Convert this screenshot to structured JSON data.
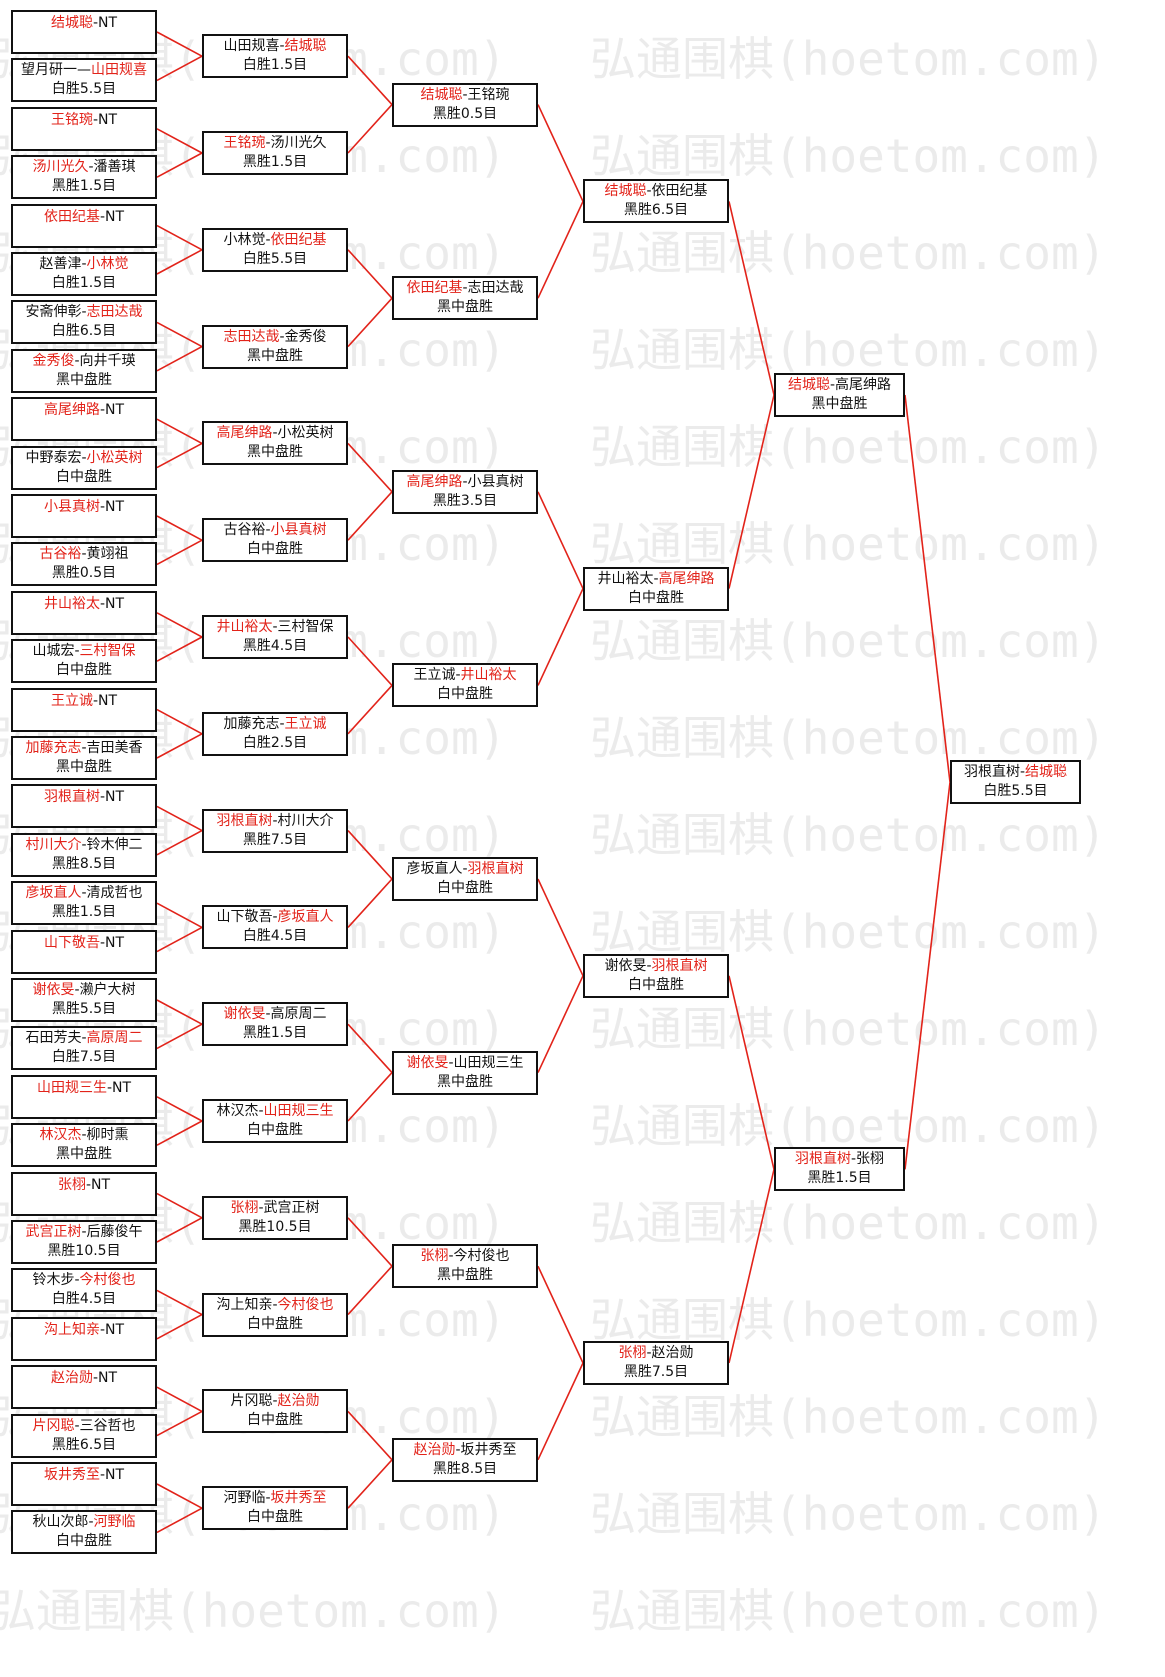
{
  "watermark": "弘通围棋(hoetom.com)",
  "colors": {
    "winner": "#e2231a",
    "line": "#e2231a",
    "border": "#111111",
    "watermark": "#ebebeb"
  },
  "rounds": [
    {
      "matches": [
        {
          "p1": "结城聪",
          "p2": "NT",
          "result": "",
          "winner": 1
        },
        {
          "p1": "望月研一",
          "p2": "山田规喜",
          "result": "白胜5.5目",
          "winner": 2
        },
        {
          "p1": "王铭琬",
          "p2": "NT",
          "result": "",
          "winner": 1
        },
        {
          "p1": "汤川光久",
          "p2": "潘善琪",
          "result": "黑胜1.5目",
          "winner": 1
        },
        {
          "p1": "依田纪基",
          "p2": "NT",
          "result": "",
          "winner": 1
        },
        {
          "p1": "赵善津",
          "p2": "小林觉",
          "result": "白胜1.5目",
          "winner": 2
        },
        {
          "p1": "安斋伸彰",
          "p2": "志田达哉",
          "result": "白胜6.5目",
          "winner": 2
        },
        {
          "p1": "金秀俊",
          "p2": "向井千瑛",
          "result": "黑中盘胜",
          "winner": 1
        },
        {
          "p1": "高尾绅路",
          "p2": "NT",
          "result": "",
          "winner": 1
        },
        {
          "p1": "中野泰宏",
          "p2": "小松英树",
          "result": "白中盘胜",
          "winner": 2
        },
        {
          "p1": "小县真树",
          "p2": "NT",
          "result": "",
          "winner": 1
        },
        {
          "p1": "古谷裕",
          "p2": "黄翊祖",
          "result": "黑胜0.5目",
          "winner": 1
        },
        {
          "p1": "井山裕太",
          "p2": "NT",
          "result": "",
          "winner": 1
        },
        {
          "p1": "山城宏",
          "p2": "三村智保",
          "result": "白中盘胜",
          "winner": 2
        },
        {
          "p1": "王立诚",
          "p2": "NT",
          "result": "",
          "winner": 1
        },
        {
          "p1": "加藤充志",
          "p2": "吉田美香",
          "result": "黑中盘胜",
          "winner": 1
        },
        {
          "p1": "羽根直树",
          "p2": "NT",
          "result": "",
          "winner": 1
        },
        {
          "p1": "村川大介",
          "p2": "铃木伸二",
          "result": "黑胜8.5目",
          "winner": 1
        },
        {
          "p1": "彦坂直人",
          "p2": "清成哲也",
          "result": "黑胜1.5目",
          "winner": 1
        },
        {
          "p1": "山下敬吾",
          "p2": "NT",
          "result": "",
          "winner": 1
        },
        {
          "p1": "谢依旻",
          "p2": "濑户大树",
          "result": "黑胜5.5目",
          "winner": 1
        },
        {
          "p1": "石田芳夫",
          "p2": "高原周二",
          "result": "白胜7.5目",
          "winner": 2
        },
        {
          "p1": "山田规三生",
          "p2": "NT",
          "result": "",
          "winner": 1
        },
        {
          "p1": "林汉杰",
          "p2": "柳时熏",
          "result": "黑中盘胜",
          "winner": 1
        },
        {
          "p1": "张栩",
          "p2": "NT",
          "result": "",
          "winner": 1
        },
        {
          "p1": "武宫正树",
          "p2": "后藤俊午",
          "result": "黑胜10.5目",
          "winner": 1
        },
        {
          "p1": "铃木步",
          "p2": "今村俊也",
          "result": "白胜4.5目",
          "winner": 2
        },
        {
          "p1": "沟上知亲",
          "p2": "NT",
          "result": "",
          "winner": 1
        },
        {
          "p1": "赵治勋",
          "p2": "NT",
          "result": "",
          "winner": 1
        },
        {
          "p1": "片冈聪",
          "p2": "三谷哲也",
          "result": "黑胜6.5目",
          "winner": 1
        },
        {
          "p1": "坂井秀至",
          "p2": "NT",
          "result": "",
          "winner": 1
        },
        {
          "p1": "秋山次郎",
          "p2": "河野临",
          "result": "白中盘胜",
          "winner": 2
        }
      ]
    },
    {
      "matches": [
        {
          "p1": "山田规喜",
          "p2": "结城聪",
          "result": "白胜1.5目",
          "winner": 2
        },
        {
          "p1": "王铭琬",
          "p2": "汤川光久",
          "result": "黑胜1.5目",
          "winner": 1
        },
        {
          "p1": "小林觉",
          "p2": "依田纪基",
          "result": "白胜5.5目",
          "winner": 2
        },
        {
          "p1": "志田达哉",
          "p2": "金秀俊",
          "result": "黑中盘胜",
          "winner": 1
        },
        {
          "p1": "高尾绅路",
          "p2": "小松英树",
          "result": "黑中盘胜",
          "winner": 1
        },
        {
          "p1": "古谷裕",
          "p2": "小县真树",
          "result": "白中盘胜",
          "winner": 2
        },
        {
          "p1": "井山裕太",
          "p2": "三村智保",
          "result": "黑胜4.5目",
          "winner": 1
        },
        {
          "p1": "加藤充志",
          "p2": "王立诚",
          "result": "白胜2.5目",
          "winner": 2
        },
        {
          "p1": "羽根直树",
          "p2": "村川大介",
          "result": "黑胜7.5目",
          "winner": 1
        },
        {
          "p1": "山下敬吾",
          "p2": "彦坂直人",
          "result": "白胜4.5目",
          "winner": 2
        },
        {
          "p1": "谢依旻",
          "p2": "高原周二",
          "result": "黑胜1.5目",
          "winner": 1
        },
        {
          "p1": "林汉杰",
          "p2": "山田规三生",
          "result": "白中盘胜",
          "winner": 2
        },
        {
          "p1": "张栩",
          "p2": "武宫正树",
          "result": "黑胜10.5目",
          "winner": 1
        },
        {
          "p1": "沟上知亲",
          "p2": "今村俊也",
          "result": "白中盘胜",
          "winner": 2
        },
        {
          "p1": "片冈聪",
          "p2": "赵治勋",
          "result": "白中盘胜",
          "winner": 2
        },
        {
          "p1": "河野临",
          "p2": "坂井秀至",
          "result": "白中盘胜",
          "winner": 2
        }
      ]
    },
    {
      "matches": [
        {
          "p1": "结城聪",
          "p2": "王铭琬",
          "result": "黑胜0.5目",
          "winner": 1
        },
        {
          "p1": "依田纪基",
          "p2": "志田达哉",
          "result": "黑中盘胜",
          "winner": 1
        },
        {
          "p1": "高尾绅路",
          "p2": "小县真树",
          "result": "黑胜3.5目",
          "winner": 1
        },
        {
          "p1": "王立诚",
          "p2": "井山裕太",
          "result": "白中盘胜",
          "winner": 2
        },
        {
          "p1": "彦坂直人",
          "p2": "羽根直树",
          "result": "白中盘胜",
          "winner": 2
        },
        {
          "p1": "谢依旻",
          "p2": "山田规三生",
          "result": "黑中盘胜",
          "winner": 1
        },
        {
          "p1": "张栩",
          "p2": "今村俊也",
          "result": "黑中盘胜",
          "winner": 1
        },
        {
          "p1": "赵治勋",
          "p2": "坂井秀至",
          "result": "黑胜8.5目",
          "winner": 1
        }
      ]
    },
    {
      "matches": [
        {
          "p1": "结城聪",
          "p2": "依田纪基",
          "result": "黑胜6.5目",
          "winner": 1
        },
        {
          "p1": "井山裕太",
          "p2": "高尾绅路",
          "result": "白中盘胜",
          "winner": 2
        },
        {
          "p1": "谢依旻",
          "p2": "羽根直树",
          "result": "白中盘胜",
          "winner": 2
        },
        {
          "p1": "张栩",
          "p2": "赵治勋",
          "result": "黑胜7.5目",
          "winner": 1
        }
      ]
    },
    {
      "matches": [
        {
          "p1": "结城聪",
          "p2": "高尾绅路",
          "result": "黑中盘胜",
          "winner": 1
        },
        {
          "p1": "羽根直树",
          "p2": "张栩",
          "result": "黑胜1.5目",
          "winner": 1
        }
      ]
    },
    {
      "matches": [
        {
          "p1": "羽根直树",
          "p2": "结城聪",
          "result": "白胜5.5目",
          "winner": 2
        }
      ]
    }
  ]
}
